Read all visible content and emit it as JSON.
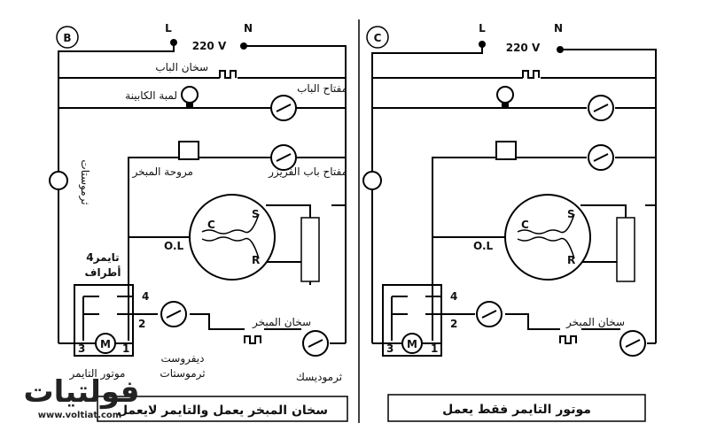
{
  "panel_b": {
    "letter": "B",
    "line": "L",
    "neutral": "N",
    "voltage": "220 V",
    "door_heater": "سخان الباب",
    "cabin_lamp": "لمبة الكابينة",
    "door_switch": "مفتاح الباب",
    "freezer_door_switch": "مفتاح باب الفريزر",
    "evap_fan": "مروحة المبخر",
    "thermostat_vertical": "ثرموستات",
    "timer_label_1": "تايمر4",
    "timer_label_2": "أطراف",
    "motor_label": "M",
    "term_4": "4",
    "term_2": "2",
    "term_3": "3",
    "term_1": "1",
    "comp_c": "C",
    "comp_s": "S",
    "comp_r": "R",
    "overload": "O.L",
    "evap_heater": "سخان المبخر",
    "defrost_1": "ديفروست",
    "defrost_2": "ثرموستات",
    "timer_motor": "موتور التايمر",
    "thermodisc": "ثرموديسك",
    "caption": "سخان المبخر يعمل والتايمر لايعمل"
  },
  "panel_c": {
    "letter": "C",
    "line": "L",
    "neutral": "N",
    "voltage": "220 V",
    "term_4": "4",
    "term_2": "2",
    "term_3": "3",
    "term_1": "1",
    "motor_label": "M",
    "comp_c": "C",
    "comp_s": "S",
    "comp_r": "R",
    "overload": "O.L",
    "evap_heater": "سخان المبخر",
    "caption": "موتور التايمر فقط يعمل"
  },
  "watermark": {
    "brand": "فولتيات",
    "url": "www.voltiat.com"
  }
}
